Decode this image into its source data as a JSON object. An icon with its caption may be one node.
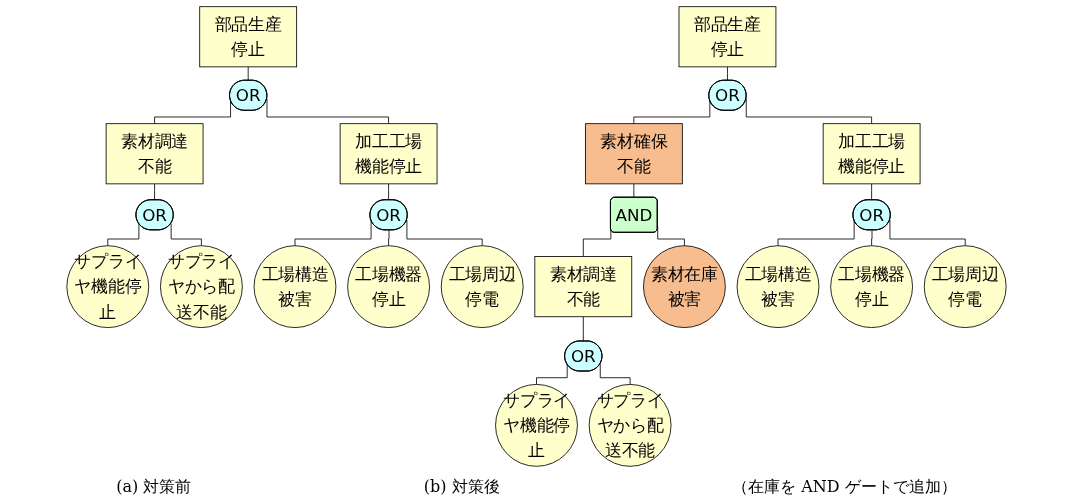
{
  "diagram": {
    "nodes": [
      {
        "text": [
          "部品生産停止"
        ]
      },
      {
        "text": [
          "OR"
        ]
      },
      {
        "text": [
          "素材調達不能"
        ]
      },
      {
        "text": [
          "OR"
        ]
      },
      {
        "text": [
          "加工工場機能停止"
        ]
      },
      {
        "text": [
          "OR"
        ]
      },
      {
        "text": [
          "サプライヤ機能停止"
        ]
      },
      {
        "text": [
          "サプライヤから配送不能"
        ]
      },
      {
        "text": [
          "工場構造被害"
        ]
      },
      {
        "text": [
          "工場機器停止"
        ]
      },
      {
        "text": [
          "工場周辺停電"
        ]
      },
      {
        "text": [
          "部品生産停止"
        ]
      },
      {
        "text": [
          "OR"
        ]
      },
      {
        "text": [
          "素材確保不能"
        ]
      },
      {
        "text": [
          "AND"
        ]
      },
      {
        "text": [
          "加工工場機能停止"
        ]
      },
      {
        "text": [
          "OR"
        ]
      },
      {
        "text": [
          "素材調達不能"
        ]
      },
      {
        "text": [
          "OR"
        ]
      },
      {
        "text": [
          "素材在庫被害"
        ]
      },
      {
        "text": [
          "工場構造被害"
        ]
      },
      {
        "text": [
          "工場機器停止"
        ]
      },
      {
        "text": [
          "工場周辺停電"
        ]
      },
      {
        "text": [
          "サプライヤ機能停止"
        ]
      },
      {
        "text": [
          "サプライヤから配送不能"
        ]
      }
    ],
    "edges": [
      {
        "from": 0,
        "to": 1,
        "arrow": "none"
      },
      {
        "from": 1,
        "to": 2,
        "arrow": "none"
      },
      {
        "from": 1,
        "to": 4,
        "arrow": "none"
      },
      {
        "from": 2,
        "to": 3,
        "arrow": "none"
      },
      {
        "from": 3,
        "to": 6,
        "arrow": "none"
      },
      {
        "from": 3,
        "to": 7,
        "arrow": "none"
      },
      {
        "from": 4,
        "to": 5,
        "arrow": "none"
      },
      {
        "from": 5,
        "to": 8,
        "arrow": "none"
      },
      {
        "from": 5,
        "to": 9,
        "arrow": "none"
      },
      {
        "from": 5,
        "to": 10,
        "arrow": "none"
      },
      {
        "from": 11,
        "to": 12,
        "arrow": "none"
      },
      {
        "from": 12,
        "to": 13,
        "arrow": "none"
      },
      {
        "from": 12,
        "to": 15,
        "arrow": "none"
      },
      {
        "from": 13,
        "to": 14,
        "arrow": "none"
      },
      {
        "from": 14,
        "to": 17,
        "arrow": "none"
      },
      {
        "from": 14,
        "to": 19,
        "arrow": "none"
      },
      {
        "from": 17,
        "to": 18,
        "arrow": "none"
      },
      {
        "from": 18,
        "to": 23,
        "arrow": "none"
      },
      {
        "from": 18,
        "to": 24,
        "arrow": "none"
      },
      {
        "from": 15,
        "to": 16,
        "arrow": "none"
      },
      {
        "from": 16,
        "to": 20,
        "arrow": "none"
      },
      {
        "from": 16,
        "to": 21,
        "arrow": "none"
      },
      {
        "from": 16,
        "to": 22,
        "arrow": "none"
      }
    ],
    "labels": [
      "(a) 対策前",
      "(b) 対策後",
      "（在庫を AND ゲートで追加）"
    ]
  }
}
